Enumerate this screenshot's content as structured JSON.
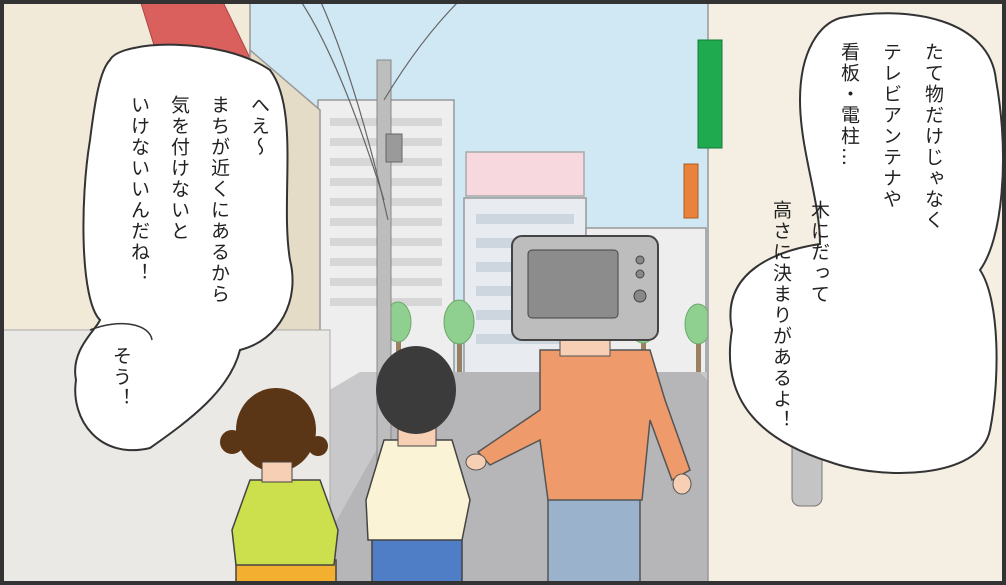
{
  "colors": {
    "sky": "#cfe8f4",
    "road": "#b6b6b8",
    "building_left": "#f2ead8",
    "building_right": "#f4efe2",
    "awning": "#d9605c",
    "green_sign": "#1faa4f",
    "orange_sign": "#e9823c",
    "pink_sign": "#f6d8de",
    "tree": "#8fcf8f",
    "tv_body": "#bdbdbd",
    "tv_screen": "#8c8c8c",
    "adult_shirt": "#ef9a6a",
    "adult_pants": "#9ab2cc",
    "boy_shirt": "#fbf3d6",
    "boy_shorts": "#4f7ec6",
    "girl_shirt": "#cbe04c",
    "girl_pants": "#f3b030",
    "hair_dark": "#3b3b3b",
    "hair_brown": "#5a3516",
    "skin": "#f7cfb5",
    "bubble": "#ffffff",
    "outline": "#333333"
  },
  "bubbles": {
    "right_top": [
      "たて物だけじゃなく",
      "テレビアンテナや",
      "看板・電柱…"
    ],
    "right_bottom": [
      "木にだって",
      "高さに決まりがあるよ！"
    ],
    "left_top": [
      "へえ～",
      "まちが近くにあるから",
      "気を付けないと",
      "いけないいんだね！"
    ],
    "left_bottom": [
      "そう！"
    ]
  }
}
